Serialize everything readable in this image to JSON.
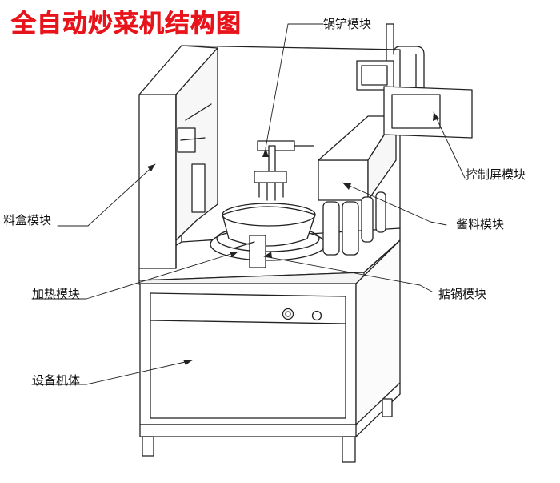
{
  "title": "全自动炒菜机结构图",
  "labels": {
    "spatula": "锅铲模块",
    "screen": "控制屏模块",
    "box": "料盒模块",
    "sauce": "酱料模块",
    "heat": "加热模块",
    "clamp": "掂锅模块",
    "body": "设备机体"
  },
  "colors": {
    "title": "#e8141c",
    "line": "#222222"
  }
}
